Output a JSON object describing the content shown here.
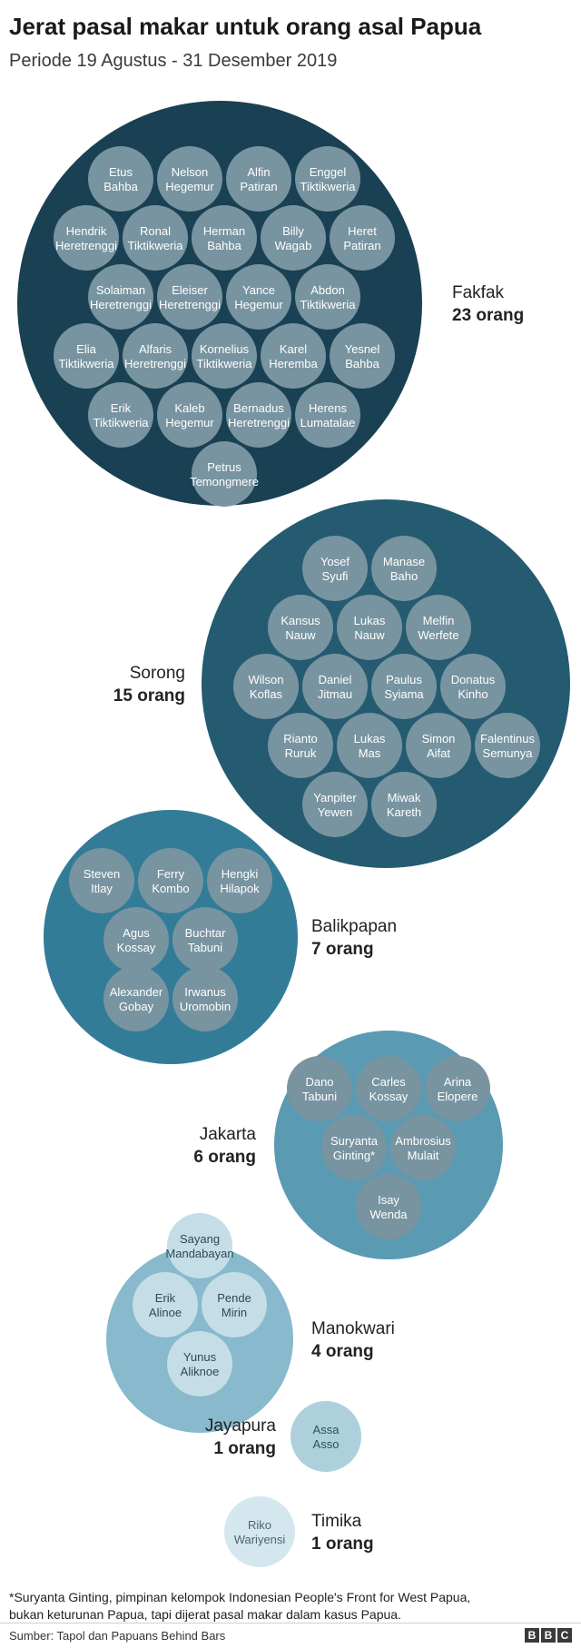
{
  "title": "Jerat pasal makar untuk orang asal Papua",
  "subtitle": "Periode 19 Agustus - 31 Desember 2019",
  "footnote_line1": "*Suryanta Ginting, pimpinan kelompok Indonesian People's Front for West Papua,",
  "footnote_line2": "bukan keturunan Papua, tapi dijerat pasal makar dalam kasus Papua.",
  "source": "Sumber: Tapol dan Papuans Behind Bars",
  "logo": [
    "B",
    "B",
    "C"
  ],
  "colors": {
    "Fakfak": "#1a4053",
    "Sorong": "#255b70",
    "Balikpapan": "#337c98",
    "Jakarta": "#5b9ab3",
    "Manokwari": "#88b9cc",
    "Jayapura": "#aed0dd",
    "Timika": "#d5e7ee",
    "dark_bubble": "#7894a0",
    "light_bubble": "#c5dde6"
  },
  "chart_data": {
    "type": "packed-bubble",
    "unit": "orang",
    "groups": [
      {
        "region": "Fakfak",
        "count_label": "23 orang",
        "count": 23,
        "people": [
          [
            "Etus",
            "Bahba"
          ],
          [
            "Nelson",
            "Hegemur"
          ],
          [
            "Alfin",
            "Patiran"
          ],
          [
            "Enggel",
            "Tiktikweria"
          ],
          [
            "Hendrik",
            "Heretrenggi"
          ],
          [
            "Ronal",
            "Tiktikweria"
          ],
          [
            "Herman",
            "Bahba"
          ],
          [
            "Billy",
            "Wagab"
          ],
          [
            "Heret",
            "Patiran"
          ],
          [
            "Solaiman",
            "Heretrenggi"
          ],
          [
            "Eleiser",
            "Heretrenggi"
          ],
          [
            "Yance",
            "Hegemur"
          ],
          [
            "Abdon",
            "Tiktikweria"
          ],
          [
            "Elia",
            "Tiktikweria"
          ],
          [
            "Alfaris",
            "Heretrenggi"
          ],
          [
            "Kornelius",
            "Tiktikweria"
          ],
          [
            "Karel",
            "Heremba"
          ],
          [
            "Yesnel",
            "Bahba"
          ],
          [
            "Erik",
            "Tiktikweria"
          ],
          [
            "Kaleb",
            "Hegemur"
          ],
          [
            "Bernadus",
            "Heretrenggi"
          ],
          [
            "Herens",
            "Lumatalae"
          ],
          [
            "Petrus",
            "Temongmere"
          ]
        ]
      },
      {
        "region": "Sorong",
        "count_label": "15 orang",
        "count": 15,
        "people": [
          [
            "Yosef",
            "Syufi"
          ],
          [
            "Manase",
            "Baho"
          ],
          [
            "Kansus",
            "Nauw"
          ],
          [
            "Lukas",
            "Nauw"
          ],
          [
            "Melfin",
            "Werfete"
          ],
          [
            "Wilson",
            "Koflas"
          ],
          [
            "Daniel",
            "Jitmau"
          ],
          [
            "Paulus",
            "Syiama"
          ],
          [
            "Donatus",
            "Kinho"
          ],
          [
            "Rianto",
            "Ruruk"
          ],
          [
            "Lukas",
            "Mas"
          ],
          [
            "Simon",
            "Aifat"
          ],
          [
            "Falentinus",
            "Semunya"
          ],
          [
            "Yanpiter",
            "Yewen"
          ],
          [
            "Miwak",
            "Kareth"
          ]
        ]
      },
      {
        "region": "Balikpapan",
        "count_label": "7 orang",
        "count": 7,
        "people": [
          [
            "Steven",
            "Itlay"
          ],
          [
            "Ferry",
            "Kombo"
          ],
          [
            "Hengki",
            "Hilapok"
          ],
          [
            "Agus",
            "Kossay"
          ],
          [
            "Buchtar",
            "Tabuni"
          ],
          [
            "Alexander",
            "Gobay"
          ],
          [
            "Irwanus",
            "Uromobin"
          ]
        ]
      },
      {
        "region": "Jakarta",
        "count_label": "6 orang",
        "count": 6,
        "people": [
          [
            "Dano",
            "Tabuni"
          ],
          [
            "Carles",
            "Kossay"
          ],
          [
            "Arina",
            "Elopere"
          ],
          [
            "Suryanta",
            "Ginting*"
          ],
          [
            "Ambrosius",
            "Mulait"
          ],
          [
            "Isay",
            "Wenda"
          ]
        ]
      },
      {
        "region": "Manokwari",
        "count_label": "4 orang",
        "count": 4,
        "people": [
          [
            "Sayang",
            "Mandabayan"
          ],
          [
            "Erik",
            "Alinoe"
          ],
          [
            "Pende",
            "Mirin"
          ],
          [
            "Yunus",
            "Aliknoe"
          ]
        ]
      },
      {
        "region": "Jayapura",
        "count_label": "1 orang",
        "count": 1,
        "people": [
          [
            "Assa",
            "Asso"
          ]
        ]
      },
      {
        "region": "Timika",
        "count_label": "1 orang",
        "count": 1,
        "people": [
          [
            "Riko",
            "Wariyensi"
          ]
        ]
      }
    ]
  }
}
